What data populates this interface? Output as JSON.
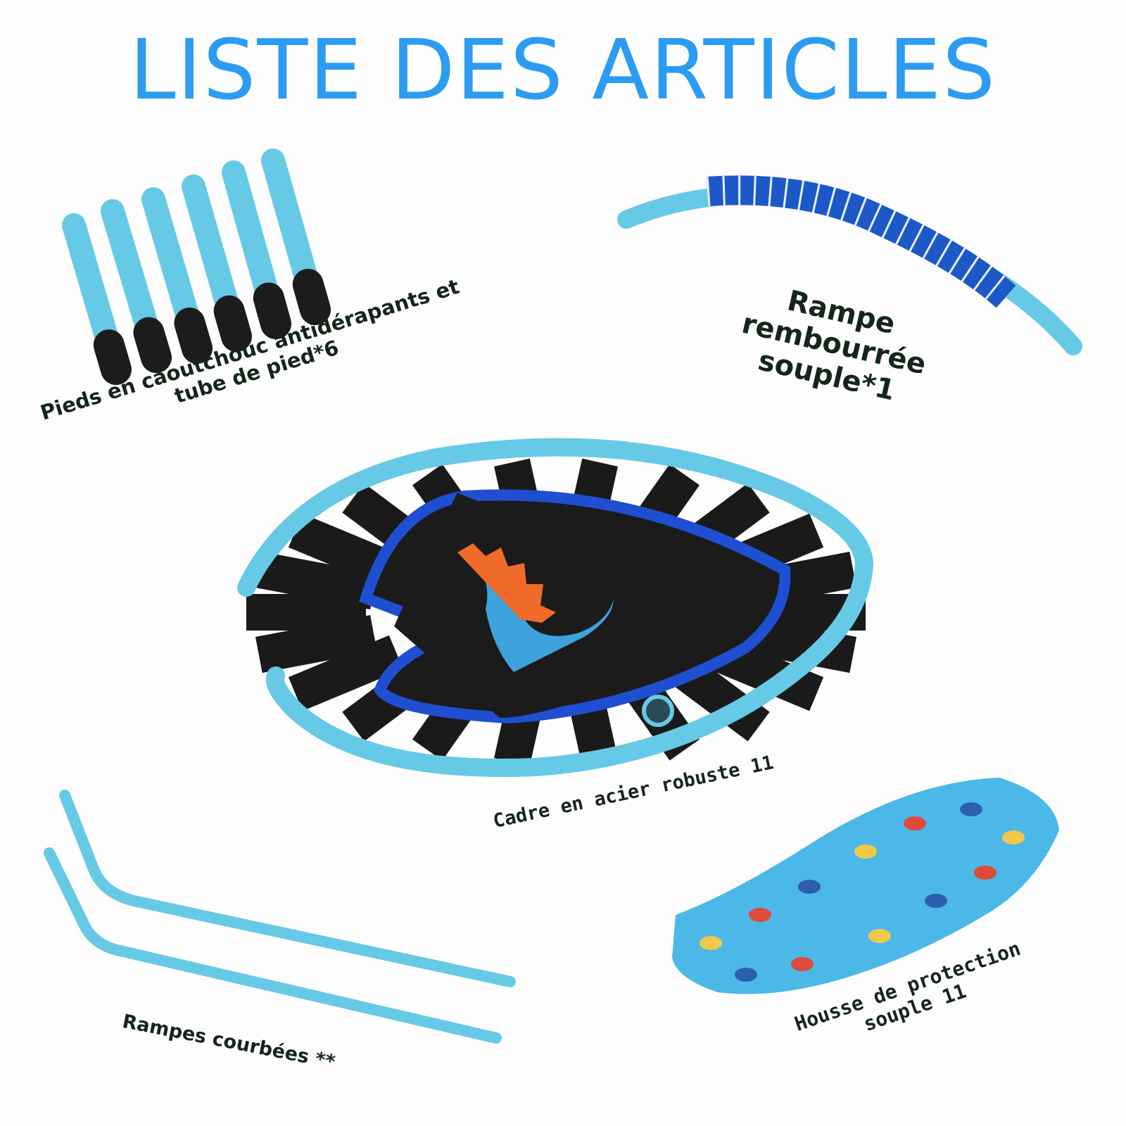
{
  "title": "LISTE DES ARTICLES",
  "colors": {
    "title": "#2b9cf2",
    "tube": "#66c9e6",
    "tube_shade": "#3aa9cc",
    "rubber": "#1c1c1c",
    "strap": "#1a1a1a",
    "mat": "#1b1b1b",
    "mat_border": "#1f4fd1",
    "foam": "#1d58c8",
    "dino": "#3ea3dd",
    "dino_spikes": "#f06a2a",
    "cover": "#4bb8e8",
    "label": "#14261a"
  },
  "items": {
    "feet": {
      "line1": "Pieds en caoutchouc antidérapants et",
      "line2": "tube de pied*6"
    },
    "padded_rail": {
      "line1": "Rampe",
      "line2": "rembourrée",
      "line3": "souple*1"
    },
    "frame": {
      "label": "Cadre en acier robuste 11"
    },
    "curved_rails": {
      "label": "Rampes courbées **"
    },
    "cover": {
      "line1": "Housse de protection",
      "line2": "souple 11"
    }
  }
}
